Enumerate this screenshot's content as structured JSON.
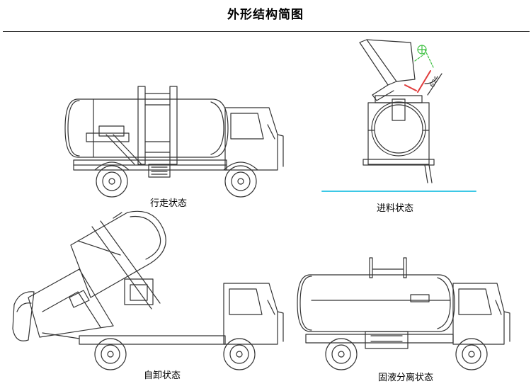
{
  "title": "外形结构简图",
  "captions": {
    "driving": "行走状态",
    "loading": "进料状态",
    "dumping": "自卸状态",
    "separation": "固液分离状态"
  },
  "annotations": {
    "angle_label": "62°"
  },
  "colors": {
    "line": "#333333",
    "accent_green": "#3cc040",
    "accent_red": "#e03c3c",
    "ground_line_cyan": "#3cc8e6"
  }
}
